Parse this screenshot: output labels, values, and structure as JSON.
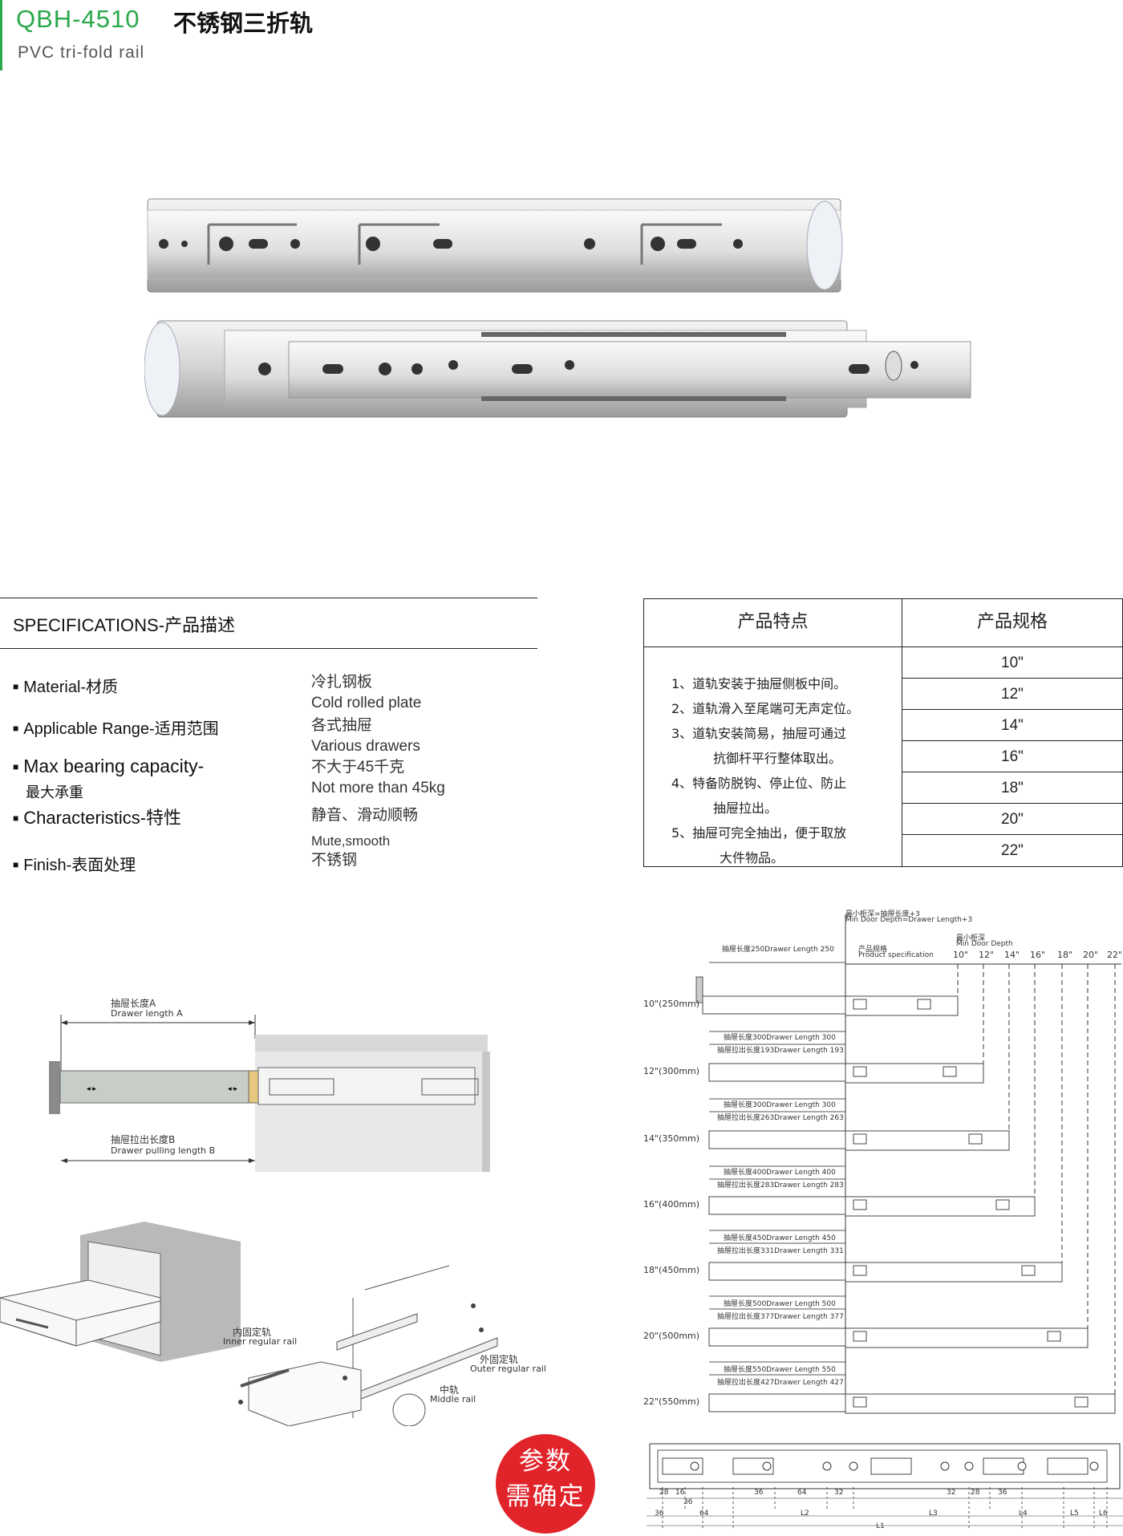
{
  "header": {
    "model": "QBH-4510",
    "title_cn": "不锈钢三折轨",
    "title_en": "PVC tri-fold rail"
  },
  "specs": {
    "heading": "SPECIFICATIONS-产品描述",
    "items": [
      {
        "label": "Material-材质",
        "label2": "",
        "value_cn": "冷扎钢板",
        "value_en": "Cold rolled plate"
      },
      {
        "label": "Applicable Range-适用范围",
        "label2": "",
        "value_cn": "各式抽屉",
        "value_en": "Various drawers"
      },
      {
        "label": "Max bearing capacity-",
        "label2": "最大承重",
        "value_cn": "不大于45千克",
        "value_en": "Not more than 45kg"
      },
      {
        "label": "Characteristics-特性",
        "label2": "",
        "value_cn": "静音、滑动顺畅",
        "value_en": "Mute,smooth"
      },
      {
        "label": "Finish-表面处理",
        "label2": "",
        "value_cn": "不锈钢",
        "value_en": ""
      }
    ]
  },
  "table": {
    "col1_header": "产品特点",
    "col2_header": "产品规格",
    "features": [
      "1、道轨安装于抽屉侧板中间。",
      "2、道轨滑入至尾端可无声定位。",
      "3、道轨安装简易，抽屉可通过",
      "抗御杆平行整体取出。",
      "4、特备防脱钩、停止位、防止",
      "抽屉拉出。",
      "5、抽屉可完全抽出，便于取放",
      "大件物品。"
    ],
    "sizes": [
      "10\"",
      "12\"",
      "14\"",
      "16\"",
      "18\"",
      "20\"",
      "22\""
    ]
  },
  "drawer_diagram": {
    "length_a_cn": "抽屉长度A",
    "length_a_en": "Drawer length A",
    "length_b_cn": "抽屉拉出长度B",
    "length_b_en": "Drawer pulling length B"
  },
  "install_diagram": {
    "inner_cn": "内固定轨",
    "inner_en": "Inner regular rail",
    "outer_cn": "外固定轨",
    "outer_en": "Outer regular rail",
    "middle_cn": "中轨",
    "middle_en": "Middle rail"
  },
  "size_chart": {
    "min_depth_cn": "最小柜深=抽屉长度+3",
    "min_depth_en": "Min Door Depth=Drawer Length+3",
    "min_depth2_cn": "最小柜深",
    "min_depth2_en": "Min Door Depth",
    "spec_cn": "产品规格",
    "spec_en": "Product specification",
    "top_drawer_label": "抽屉长度250Drawer Length 250",
    "header_sizes": [
      "10\"",
      "12\"",
      "14\"",
      "16\"",
      "18\"",
      "20\"",
      "22\""
    ],
    "rows": [
      {
        "label": "10\"(250mm)",
        "len": "",
        "pull": ""
      },
      {
        "label": "12\"(300mm)",
        "len": "抽屉长度300Drawer Length 300",
        "pull": "抽屉拉出长度193Drawer Length 193"
      },
      {
        "label": "14\"(350mm)",
        "len": "抽屉长度300Drawer Length 300",
        "pull": "抽屉拉出长度263Drawer Length 263"
      },
      {
        "label": "16\"(400mm)",
        "len": "抽屉长度400Drawer Length 400",
        "pull": "抽屉拉出长度283Drawer Length 283"
      },
      {
        "label": "18\"(450mm)",
        "len": "抽屉长度450Drawer Length 450",
        "pull": "抽屉拉出长度331Drawer Length 331"
      },
      {
        "label": "20\"(500mm)",
        "len": "抽屉长度500Drawer Length 500",
        "pull": "抽屉拉出长度377Drawer Length 377"
      },
      {
        "label": "22\"(550mm)",
        "len": "抽屉长度550Drawer Length 550",
        "pull": "抽屉拉出长度427Drawer Length 427"
      }
    ]
  },
  "hole_diagram": {
    "dims_top": [
      "28",
      "16",
      "36",
      "36",
      "64",
      "32",
      "32",
      "28",
      "36"
    ],
    "dims_bottom": [
      "36",
      "64",
      "L2",
      "L3",
      "L4",
      "L5",
      "L6"
    ],
    "total": "L1"
  },
  "stamp": {
    "line1": "参数",
    "line2": "需确定"
  }
}
